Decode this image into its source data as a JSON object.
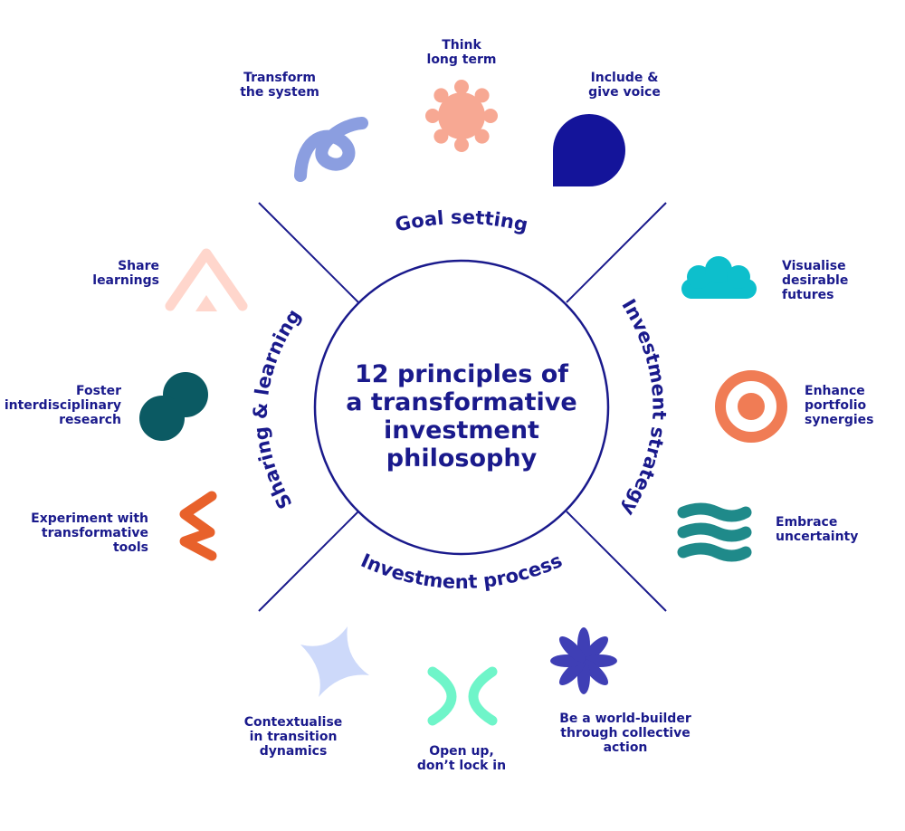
{
  "center_title": "12 principles of\na transformative\ninvestment\nphilosophy",
  "quadrants": {
    "top": "Goal setting",
    "right": "Investment strategy",
    "bottom": "Investment process",
    "left": "Sharing & learning"
  },
  "principles": {
    "think_long_term": "Think\nlong term",
    "transform_system": "Transform\nthe system",
    "include_voice": "Include &\ngive voice",
    "visualise_futures": "Visualise\ndesirable\nfutures",
    "enhance_synergies": "Enhance\nportfolio\nsynergies",
    "embrace_uncertainty": "Embrace\nuncertainty",
    "world_builder": "Be a world-builder\nthrough collective\naction",
    "open_up": "Open up,\ndon’t lock in",
    "contextualise": "Contextualise\nin transition\ndynamics",
    "experiment": "Experiment with\ntransformative\ntools",
    "foster_research": "Foster\ninterdisciplinary\nresearch",
    "share_learnings": "Share\nlearnings"
  },
  "colors": {
    "navy": "#1a1a8c",
    "salmon": "#f7a893",
    "periwinkle": "#8b9ee0",
    "deep_blue": "#14149a",
    "cyan": "#0dbfcc",
    "coral": "#f07c55",
    "teal": "#1f8a8a",
    "violet": "#3f3fb5",
    "mint": "#6ff5c9",
    "light_blue": "#cdd9fa",
    "orange": "#e8612b",
    "dark_teal": "#0b5a63",
    "blush": "#ffd6cc"
  },
  "icons": {
    "think_long_term": "sun-icon",
    "transform_system": "loop-icon",
    "include_voice": "speech-drop-icon",
    "visualise_futures": "cloud-icon",
    "enhance_synergies": "target-icon",
    "embrace_uncertainty": "waves-icon",
    "world_builder": "asterisk-flower-icon",
    "open_up": "crossed-arcs-icon",
    "contextualise": "four-point-star-icon",
    "experiment": "zigzag-icon",
    "foster_research": "overlapping-circles-icon",
    "share_learnings": "chevron-up-icon"
  }
}
